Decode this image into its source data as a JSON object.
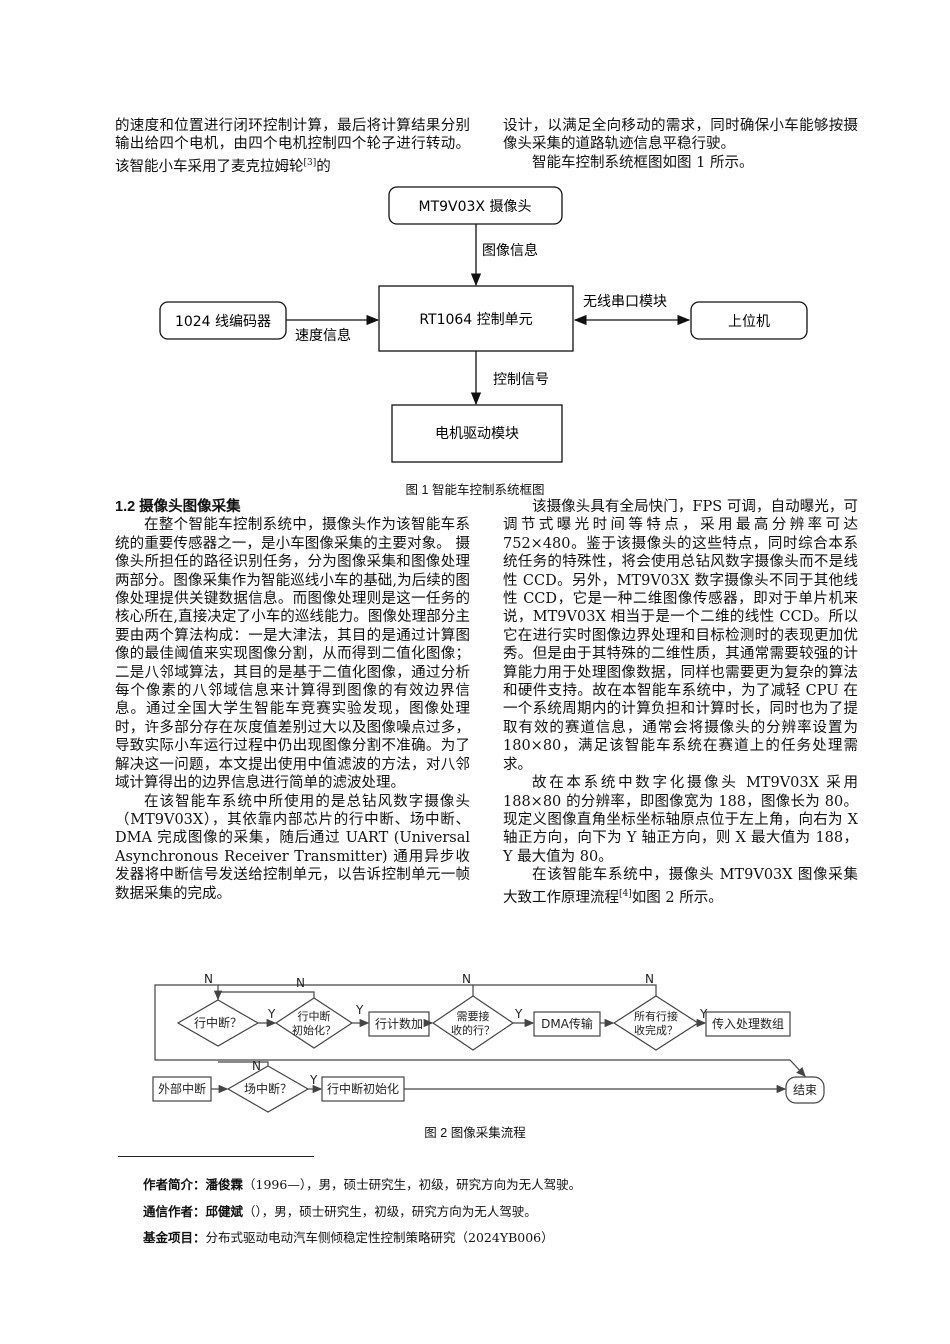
{
  "left_top": {
    "text": "的速度和位置进行闭环控制计算，最后将计算结果分别输出给四个电机，由四个电机控制四个轮子进行转动。该智能小车采用了麦克拉姆轮",
    "ref": "[3]",
    "tail": "的"
  },
  "right_top": {
    "p1": "设计，以满足全向移动的需求，同时确保小车能够按摄像头采集的道路轨迹信息平稳行驶。",
    "p2": "智能车控制系统框图如图 1 所示。"
  },
  "fig1": {
    "camera": "MT9V03X 摄像头",
    "image_info": "图像信息",
    "encoder": "1024 线编码器",
    "speed_info": "速度信息",
    "controller": "RT1064 控制单元",
    "wireless": "无线串口模块",
    "host": "上位机",
    "control_signal": "控制信号",
    "motor": "电机驱动模块",
    "caption": "图 1 智能车控制系统框图"
  },
  "section": {
    "heading": "1.2 摄像头图像采集",
    "left_p1": "在整个智能车控制系统中，摄像头作为该智能车系统的重要传感器之一，是小车图像采集的主要对象。 摄像头所担任的路径识别任务，分为图像采集和图像处理两部分。图像采集作为智能巡线小车的基础,为后续的图像处理提供关键数据信息。而图像处理则是这一任务的核心所在,直接决定了小车的巡线能力。图像处理部分主要由两个算法构成：一是大津法，其目的是通过计算图像的最佳阈值来实现图像分割，从而得到二值化图像；二是八邻域算法，其目的是基于二值化图像，通过分析每个像素的八邻域信息来计算得到图像的有效边界信息。通过全国大学生智能车竞赛实验发现，图像处理时，许多部分存在灰度值差别过大以及图像噪点过多，导致实际小车运行过程中仍出现图像分割不准确。为了解决这一问题，本文提出使用中值滤波的方法，对八邻域计算得出的边界信息进行简单的滤波处理。",
    "left_p2": "在该智能车系统中所使用的是总钻风数字摄像头（MT9V03X），其依靠内部芯片的行中断、场中断、DMA 完成图像的采集，随后通过 UART (Universal Asynchronous Receiver Transmitter) 通用异步收发器将中断信号发送给控制单元，以告诉控制单元一帧数据采集的完成。",
    "right_p1": "该摄像头具有全局快门，FPS 可调，自动曝光，可调节式曝光时间等特点，采用最高分辨率可达 752×480。鉴于该摄像头的这些特点，同时综合本系统任务的特殊性，将会使用总钻风数字摄像头而不是线性 CCD。另外，MT9V03X 数字摄像头不同于其他线性 CCD，它是一种二维图像传感器，即对于单片机来说，MT9V03X 相当于是一个二维的线性 CCD。所以它在进行实时图像边界处理和目标检测时的表现更加优秀。但是由于其特殊的二维性质，其通常需要较强的计算能力用于处理图像数据，同样也需要更为复杂的算法和硬件支持。故在本智能车系统中，为了减轻 CPU 在一个系统周期内的计算负担和计算时长，同时也为了提取有效的赛道信息，通常会将摄像头的分辨率设置为 180×80，满足该智能车系统在赛道上的任务处理需求。",
    "right_p2": "故在本系统中数字化摄像头 MT9V03X 采用 188×80 的分辨率，即图像宽为 188，图像长为 80。现定义图像直角坐标坐标轴原点位于左上角，向右为 X 轴正方向，向下为 Y 轴正方向，则 X 最大值为 188，Y 最大值为 80。",
    "right_p3_a": "在该智能车系统中，摄像头 MT9V03X 图像采集大致工作原理流程",
    "right_p3_ref": "[4]",
    "right_p3_b": "如图 2 所示。"
  },
  "fig2": {
    "row_interrupt": "行中断？",
    "row_init_q": "行中断初始化？",
    "row_count_add": "行计数加",
    "need_receive_q": "需要接收的行？",
    "dma_transfer": "DMA传输",
    "all_rows_done_q": "所有行接收完成？",
    "pass_processing": "传入处理数组",
    "external_interrupt": "外部中断",
    "field_interrupt_q": "场中断？",
    "row_interrupt_init": "行中断初始化",
    "end": "结束",
    "yes": "Y",
    "no": "N",
    "caption": "图 2 图像采集流程"
  },
  "footnotes": {
    "author_label": "作者简介：",
    "author_name": "潘俊霖",
    "author_info": "（1996—），男，硕士研究生，初级，研究方向为无人驾驶。",
    "corr_label": "通信作者：",
    "corr_name": "邱健斌",
    "corr_info": "（），男，硕士研究生，初级，研究方向为无人驾驶。",
    "fund_label": "基金项目：",
    "fund_info": "分布式驱动电动汽车侧倾稳定性控制策略研究（2024YB006）"
  }
}
